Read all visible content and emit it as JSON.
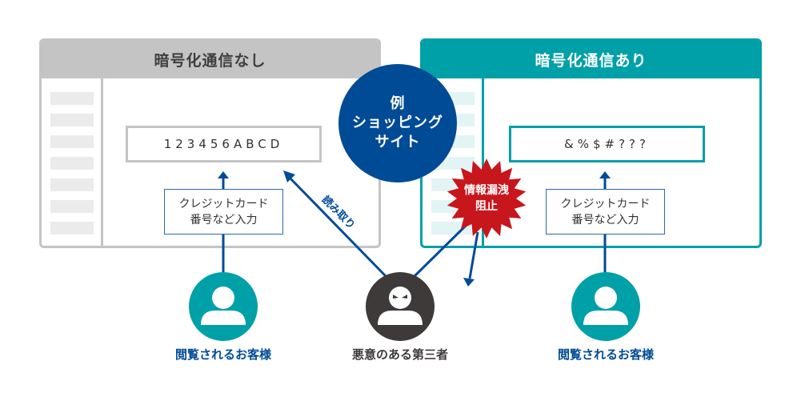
{
  "panels": {
    "unencrypted": {
      "title": "暗号化通信なし",
      "input_value": "123456ABCD",
      "label_line1": "クレジットカード",
      "label_line2": "番号など入力",
      "sidebar_items": 7,
      "color": "#c4c4c4"
    },
    "encrypted": {
      "title": "暗号化通信あり",
      "input_value": "&%$#???",
      "label_line1": "クレジットカード",
      "label_line2": "番号など入力",
      "sidebar_items": 7,
      "color": "#00a0a8"
    }
  },
  "site_badge": {
    "line1": "例",
    "line2": "ショッピング",
    "line3": "サイト",
    "color": "#004b96"
  },
  "blocked_badge": {
    "line1": "情報漏洩",
    "line2": "阻止",
    "color": "#c8161d"
  },
  "arrows": {
    "read_label": "読み取り",
    "color": "#004b96"
  },
  "actors": {
    "customer_left": {
      "label": "閲覧されるお客様",
      "icon": "user-icon",
      "color": "#00a0a8"
    },
    "attacker": {
      "label": "悪意のある第三者",
      "icon": "hacker-icon",
      "color": "#3e3a39"
    },
    "customer_right": {
      "label": "閲覧されるお客様",
      "icon": "user-icon",
      "color": "#00a0a8"
    }
  }
}
